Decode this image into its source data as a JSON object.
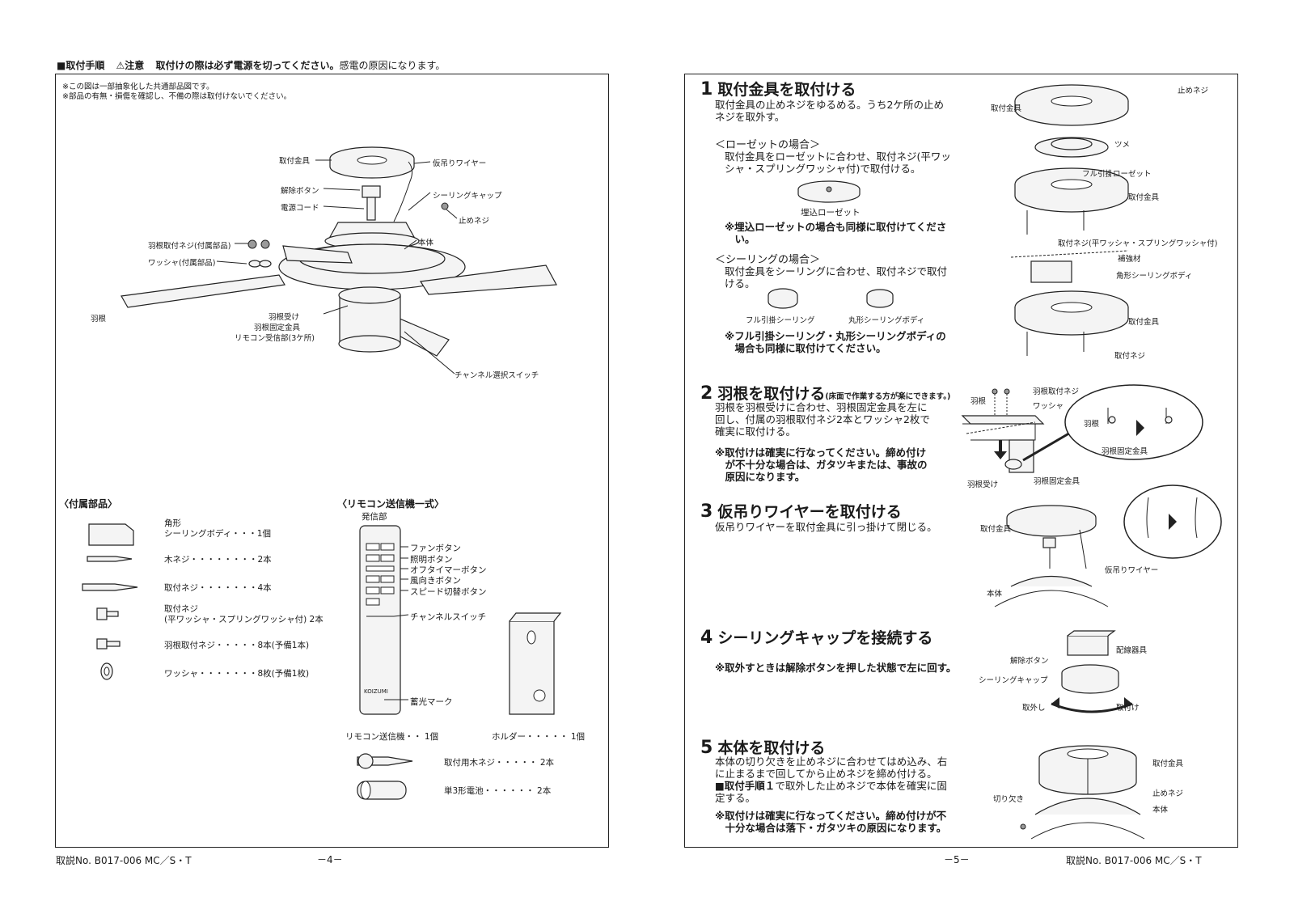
{
  "left": {
    "header": {
      "title": "■取付手順",
      "caution": "⚠注意",
      "message": "取付けの際は必ず電源を切ってください。",
      "message2": "感電の原因になります。"
    },
    "disclaimer": [
      "※この図は一部抽象化した共通部品図です。",
      "※部品の有無・損傷を確認し、不備の際は取付けないでください。"
    ],
    "diagram_labels": {
      "bracket": "取付金具",
      "release": "解除ボタン",
      "cord": "電源コード",
      "blade_screw": "羽根取付ネジ(付属部品)",
      "washer": "ワッシャ(付属部品)",
      "blade": "羽根",
      "wire": "仮吊りワイヤー",
      "cap": "シーリングキャップ",
      "stop_screw": "止めネジ",
      "body": "本体",
      "holder": "羽根受け",
      "fixing": "羽根固定金具",
      "receiver": "リモコン受信部(3ケ所)",
      "channel": "チャンネル選択スイッチ"
    },
    "accessories": {
      "title": "〈付属部品〉",
      "items": [
        {
          "name": "角形\nシーリングボディ・・・1個"
        },
        {
          "name": "木ネジ・・・・・・・・2本"
        },
        {
          "name": "取付ネジ・・・・・・・4本"
        },
        {
          "name": "取付ネジ\n(平ワッシャ・スプリングワッシャ付) 2本"
        },
        {
          "name": "羽根取付ネジ・・・・・8本(予備1本)"
        },
        {
          "name": "ワッシャ・・・・・・・8枚(予備1枚)"
        }
      ]
    },
    "remote": {
      "title": "〈リモコン送信機一式〉",
      "emitter": "発信部",
      "labels": [
        "ファンボタン",
        "照明ボタン",
        "オフタイマーボタン",
        "風向きボタン",
        "スピード切替ボタン",
        "チャンネルスイッチ",
        "蓄光マーク"
      ],
      "brand": "KOIZUMI",
      "transmitter": "リモコン送信機・・ 1個",
      "holder": "ホルダー・・・・・ 1個",
      "wood_screw": "取付用木ネジ・・・・・ 2本",
      "battery": "単3形電池・・・・・・ 2本"
    },
    "footer": {
      "doc": "取説No. B017-006 MC／S・T",
      "page": "－4－"
    }
  },
  "right": {
    "steps": [
      {
        "num": "1",
        "title": "取付金具を取付ける",
        "text": "取付金具の止めネジをゆるめる。うち2ケ所の止め\nネジを取外す。"
      },
      {
        "num": "2",
        "title": "羽根を取付ける",
        "sub": "(床面で作業する方が楽にできます。)",
        "text": "羽根を羽根受けに合わせ、羽根固定金具を左に\n回し、付属の羽根取付ネジ2本とワッシャ2枚で\n確実に取付ける。",
        "note": "※取付けは確実に行なってください。締め付け\n　が不十分な場合は、ガタツキまたは、事故の\n　原因になります。"
      },
      {
        "num": "3",
        "title": "仮吊りワイヤーを取付ける",
        "text": "仮吊りワイヤーを取付金具に引っ掛けて閉じる。"
      },
      {
        "num": "4",
        "title": "シーリングキャップを接続する",
        "note": "※取外すときは解除ボタンを押した状態で左に回す。"
      },
      {
        "num": "5",
        "title": "本体を取付ける",
        "text": "本体の切り欠きを止めネジに合わせてはめ込み、右\nに止まるまで回してから止めネジを締め付ける。",
        "text_b": "■取付手順１",
        "text2": "で取外した止めネジで本体を確実に固\n定する。",
        "note": "※取付けは確実に行なってください。締め付けが不\n　十分な場合は落下・ガタツキの原因になります。"
      }
    ],
    "rosette": {
      "title": "＜ローゼットの場合＞",
      "text": "取付金具をローゼットに合わせ、取付ネジ(平ワッ\nシャ・スプリングワッシャ付)で取付ける。",
      "fig": "埋込ローゼット",
      "note": "※埋込ローゼットの場合も同様に取付けてくださ\n　い。"
    },
    "ceiling": {
      "title": "＜シーリングの場合＞",
      "text": "取付金具をシーリングに合わせ、取付ネジで取付\nける。",
      "fig1": "フル引掛シーリング",
      "fig2": "丸形シーリングボディ",
      "note": "※フル引掛シーリング・丸形シーリングボディの\n　場合も同様に取付けてください。"
    },
    "fig_labels": {
      "s1_bracket": "取付金具",
      "s1_screw": "止めネジ",
      "tab": "ツメ",
      "full_rosette": "フル引掛ローゼット",
      "s1_bracket2": "取付金具",
      "screw_w": "取付ネジ(平ワッシャ・スプリングワッシャ付)",
      "reinforce": "補強材",
      "square_body": "角形シーリングボディ",
      "s1_bracket3": "取付金具",
      "s1_screw2": "取付ネジ",
      "s2_blade": "羽根",
      "s2_blade_screw": "羽根取付ネジ",
      "s2_washer": "ワッシャ",
      "s2_holder": "羽根受け",
      "s2_fixing": "羽根固定金具",
      "s2_blade_z": "羽根",
      "s2_fixing_z": "羽根固定金具",
      "s3_bracket": "取付金具",
      "s3_wire": "仮吊りワイヤー",
      "s3_body": "本体",
      "s4_wiring": "配線器具",
      "s4_release": "解除ボタン",
      "s4_cap": "シーリングキャップ",
      "s4_remove": "取外し",
      "s4_attach": "取付け",
      "s5_bracket": "取付金具",
      "s5_screw": "止めネジ",
      "s5_notch": "切り欠き",
      "s5_body": "本体"
    },
    "footer": {
      "page": "－5－",
      "doc": "取説No. B017-006 MC／S・T"
    }
  }
}
